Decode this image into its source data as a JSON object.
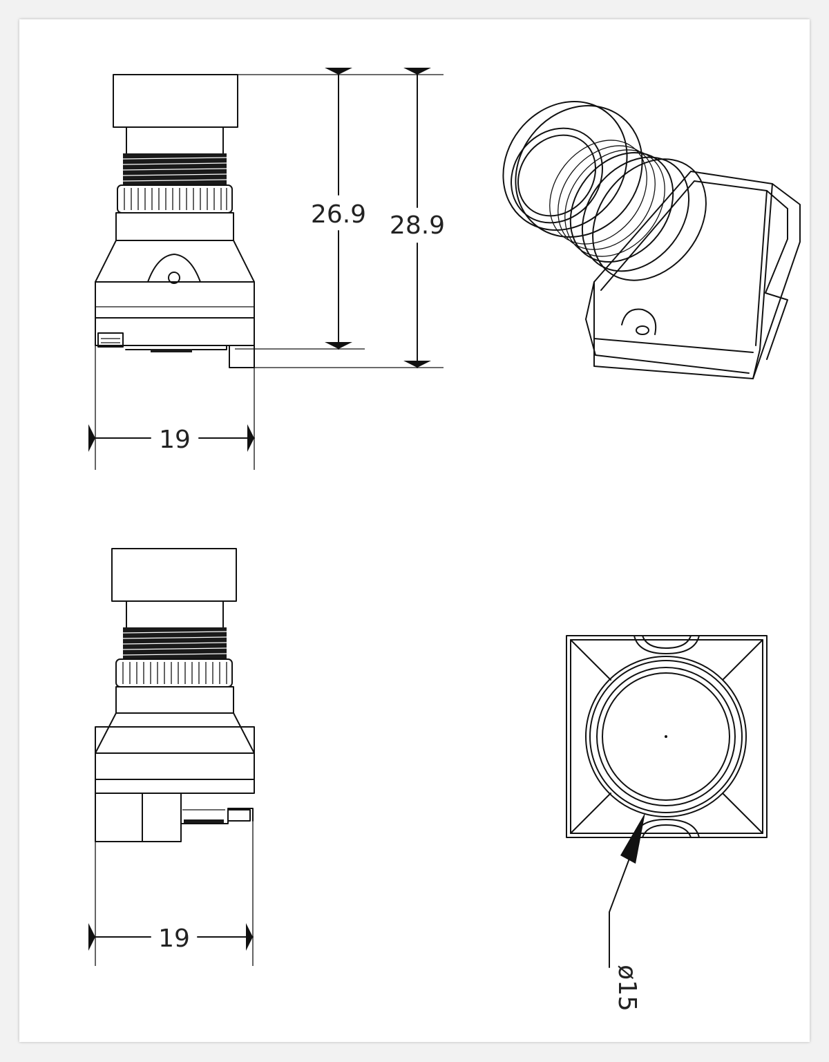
{
  "dimensions": {
    "front_height_inner": "26.9",
    "front_height_outer": "28.9",
    "front_width": "19",
    "side_width": "19",
    "lens_diameter": "ø15"
  },
  "colors": {
    "line": "#111111",
    "paper": "#ffffff",
    "background": "#f2f2f2"
  }
}
